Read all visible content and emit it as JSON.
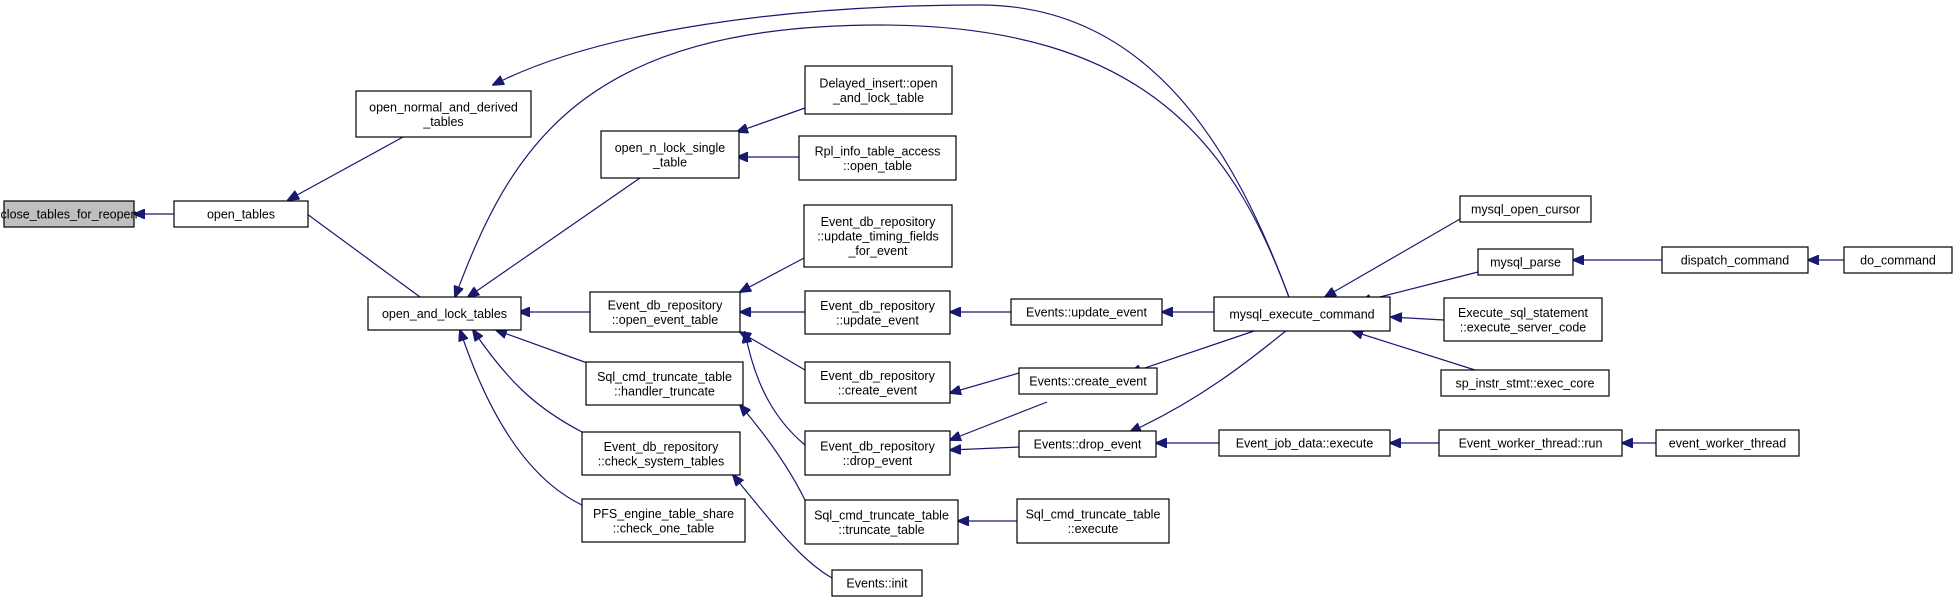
{
  "colors": {
    "edge": "#191970",
    "node_border": "#000000",
    "node_fill": "#ffffff",
    "focus_fill": "#bfbfbf"
  },
  "nodes": {
    "close_tables_for_reopen": {
      "lines": [
        "close_tables_for_reopen"
      ]
    },
    "open_tables": {
      "lines": [
        "open_tables"
      ]
    },
    "open_normal_and_derived_tables": {
      "lines": [
        "open_normal_and_derived",
        "_tables"
      ]
    },
    "open_and_lock_tables": {
      "lines": [
        "open_and_lock_tables"
      ]
    },
    "open_n_lock_single_table": {
      "lines": [
        "open_n_lock_single",
        "_table"
      ]
    },
    "delayed_insert_open_and_lock_table": {
      "lines": [
        "Delayed_insert::open",
        "_and_lock_table"
      ]
    },
    "rpl_info_table_access_open_table": {
      "lines": [
        "Rpl_info_table_access",
        "::open_table"
      ]
    },
    "event_db_repository_update_timing_fields_for_event": {
      "lines": [
        "Event_db_repository",
        "::update_timing_fields",
        "_for_event"
      ]
    },
    "event_db_repository_open_event_table": {
      "lines": [
        "Event_db_repository",
        "::open_event_table"
      ]
    },
    "event_db_repository_update_event": {
      "lines": [
        "Event_db_repository",
        "::update_event"
      ]
    },
    "event_db_repository_create_event": {
      "lines": [
        "Event_db_repository",
        "::create_event"
      ]
    },
    "event_db_repository_drop_event": {
      "lines": [
        "Event_db_repository",
        "::drop_event"
      ]
    },
    "sql_cmd_truncate_table_handler_truncate": {
      "lines": [
        "Sql_cmd_truncate_table",
        "::handler_truncate"
      ]
    },
    "event_db_repository_check_system_tables": {
      "lines": [
        "Event_db_repository",
        "::check_system_tables"
      ]
    },
    "pfs_engine_table_share_check_one_table": {
      "lines": [
        "PFS_engine_table_share",
        "::check_one_table"
      ]
    },
    "sql_cmd_truncate_table_truncate_table": {
      "lines": [
        "Sql_cmd_truncate_table",
        "::truncate_table"
      ]
    },
    "sql_cmd_truncate_table_execute": {
      "lines": [
        "Sql_cmd_truncate_table",
        "::execute"
      ]
    },
    "events_init": {
      "lines": [
        "Events::init"
      ]
    },
    "events_update_event": {
      "lines": [
        "Events::update_event"
      ]
    },
    "events_create_event": {
      "lines": [
        "Events::create_event"
      ]
    },
    "events_drop_event": {
      "lines": [
        "Events::drop_event"
      ]
    },
    "mysql_execute_command": {
      "lines": [
        "mysql_execute_command"
      ]
    },
    "mysql_open_cursor": {
      "lines": [
        "mysql_open_cursor"
      ]
    },
    "mysql_parse": {
      "lines": [
        "mysql_parse"
      ]
    },
    "execute_sql_statement_execute_server_code": {
      "lines": [
        "Execute_sql_statement",
        "::execute_server_code"
      ]
    },
    "sp_instr_stmt_exec_core": {
      "lines": [
        "sp_instr_stmt::exec_core"
      ]
    },
    "dispatch_command": {
      "lines": [
        "dispatch_command"
      ]
    },
    "do_command": {
      "lines": [
        "do_command"
      ]
    },
    "event_job_data_execute": {
      "lines": [
        "Event_job_data::execute"
      ]
    },
    "event_worker_thread_run": {
      "lines": [
        "Event_worker_thread::run"
      ]
    },
    "event_worker_thread": {
      "lines": [
        "event_worker_thread"
      ]
    }
  }
}
